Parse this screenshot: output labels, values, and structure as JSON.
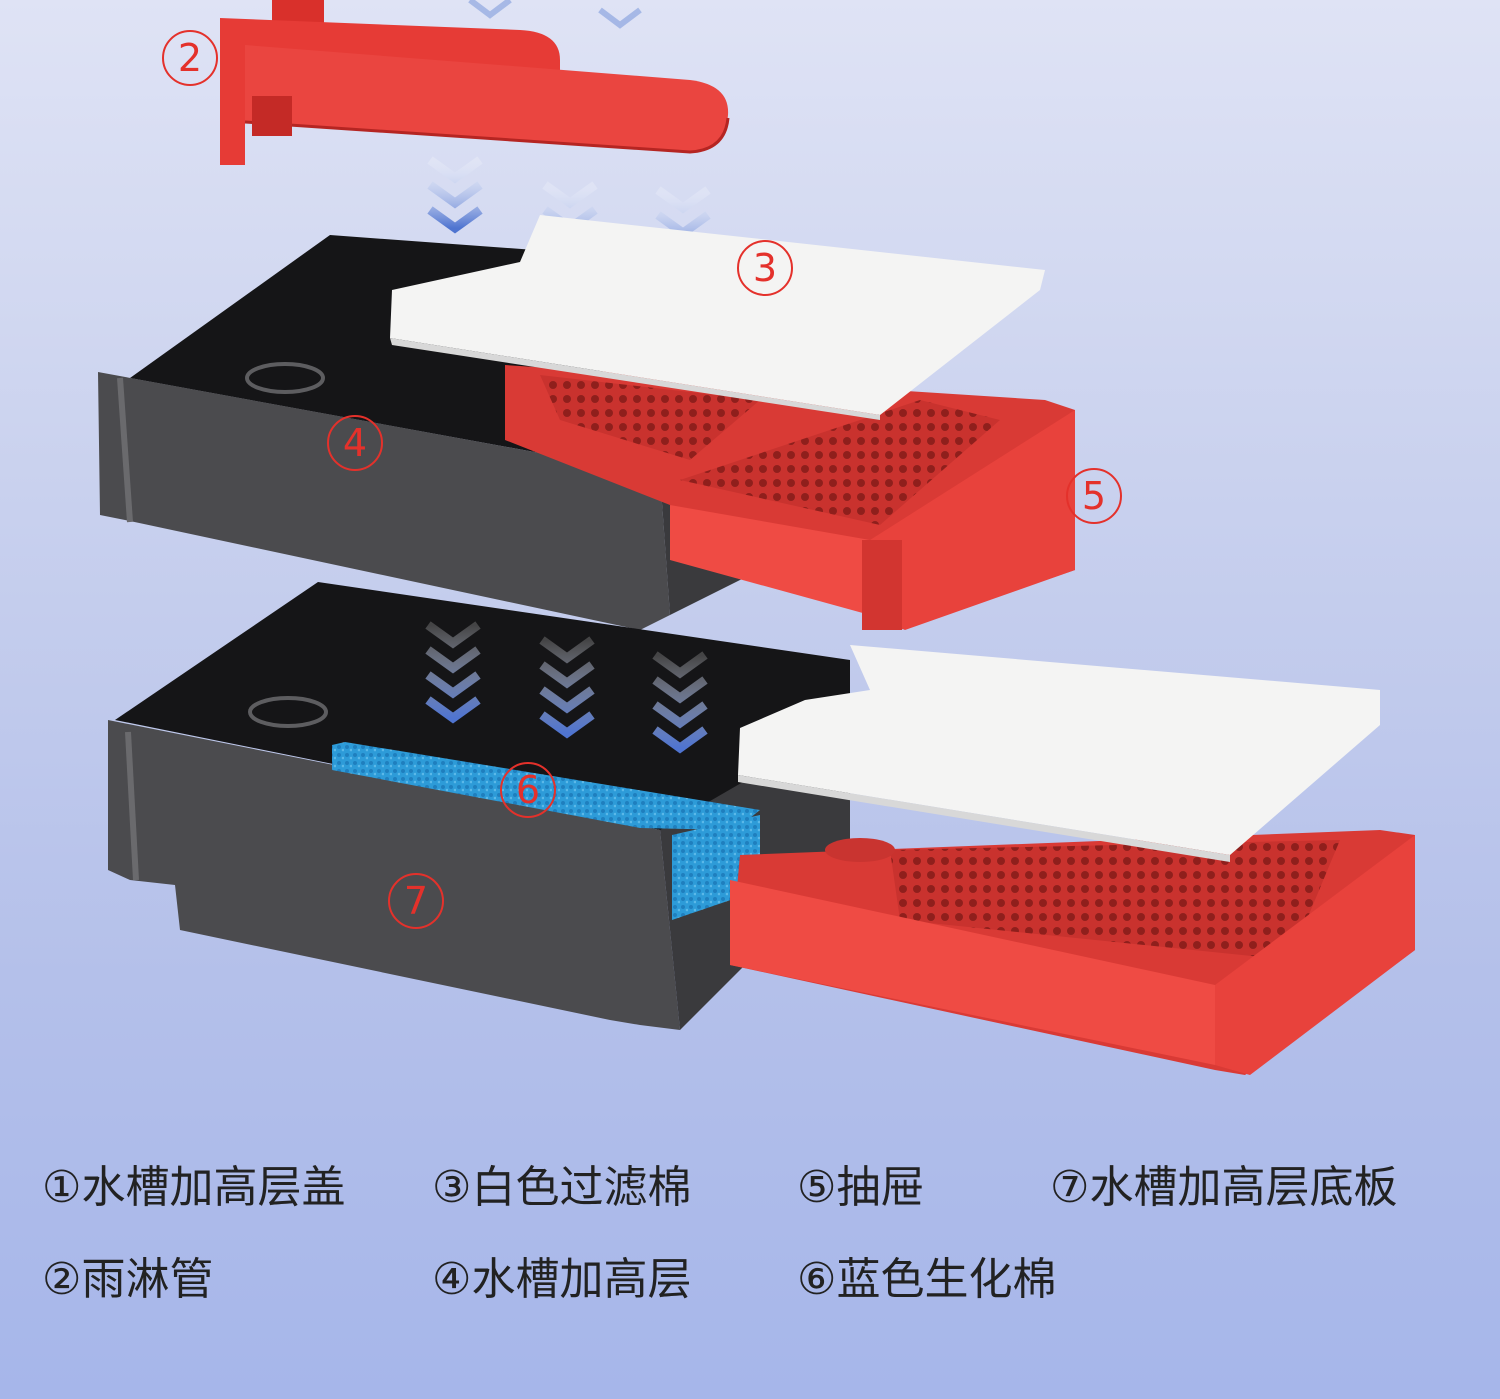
{
  "markers": {
    "m2": "2",
    "m3": "3",
    "m4": "4",
    "m5": "5",
    "m6": "6",
    "m7": "7"
  },
  "legend": [
    {
      "num": "①",
      "text": "水槽加高层盖"
    },
    {
      "num": "③",
      "text": "白色过滤棉"
    },
    {
      "num": "⑤",
      "text": "抽屉"
    },
    {
      "num": "⑦",
      "text": "水槽加高层底板"
    },
    {
      "num": "②",
      "text": "雨淋管"
    },
    {
      "num": "④",
      "text": "水槽加高层"
    },
    {
      "num": "⑥",
      "text": "蓝色生化棉"
    }
  ],
  "colors": {
    "pipe_red": "#e63b36",
    "drawer_red": "#e8423c",
    "box_dark": "#4a4a4d",
    "filter_white": "#f4f4f3",
    "bio_blue": "#2d9bd8",
    "arrow_blue": "#5a7fd6",
    "marker_red": "#e4312b"
  }
}
